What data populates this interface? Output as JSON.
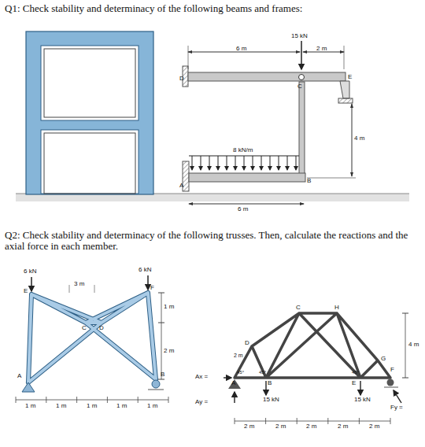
{
  "diagram": {
    "labels": [
      "Q1: Check stability and determinacy of the following beams and frames:",
      "15 kN",
      "6 m",
      "2 m",
      "D",
      "C",
      "E",
      "4 m",
      "8 kN/m",
      "A",
      "B",
      "6 m",
      "Q2: Check stability and determinacy of the following trusses. Then, calculate the reactions and the axial force in each member.",
      "6 kN",
      "3 m",
      "6 kN",
      "E",
      "F",
      "C",
      "D",
      "1 m",
      "2 m",
      "B",
      "A",
      "1 m",
      "1 m",
      "1 m",
      "1 m",
      "1 m",
      "2 m",
      "D",
      "C",
      "H",
      "G",
      "4 m",
      "45°",
      "45°",
      "45°",
      "A",
      "B",
      "E",
      "F",
      "15 kN",
      "15 kN",
      "Ax =",
      "Ay =",
      "Fy =",
      "2 m",
      "2 m",
      "2 m",
      "2 m",
      "2 m"
    ]
  }
}
